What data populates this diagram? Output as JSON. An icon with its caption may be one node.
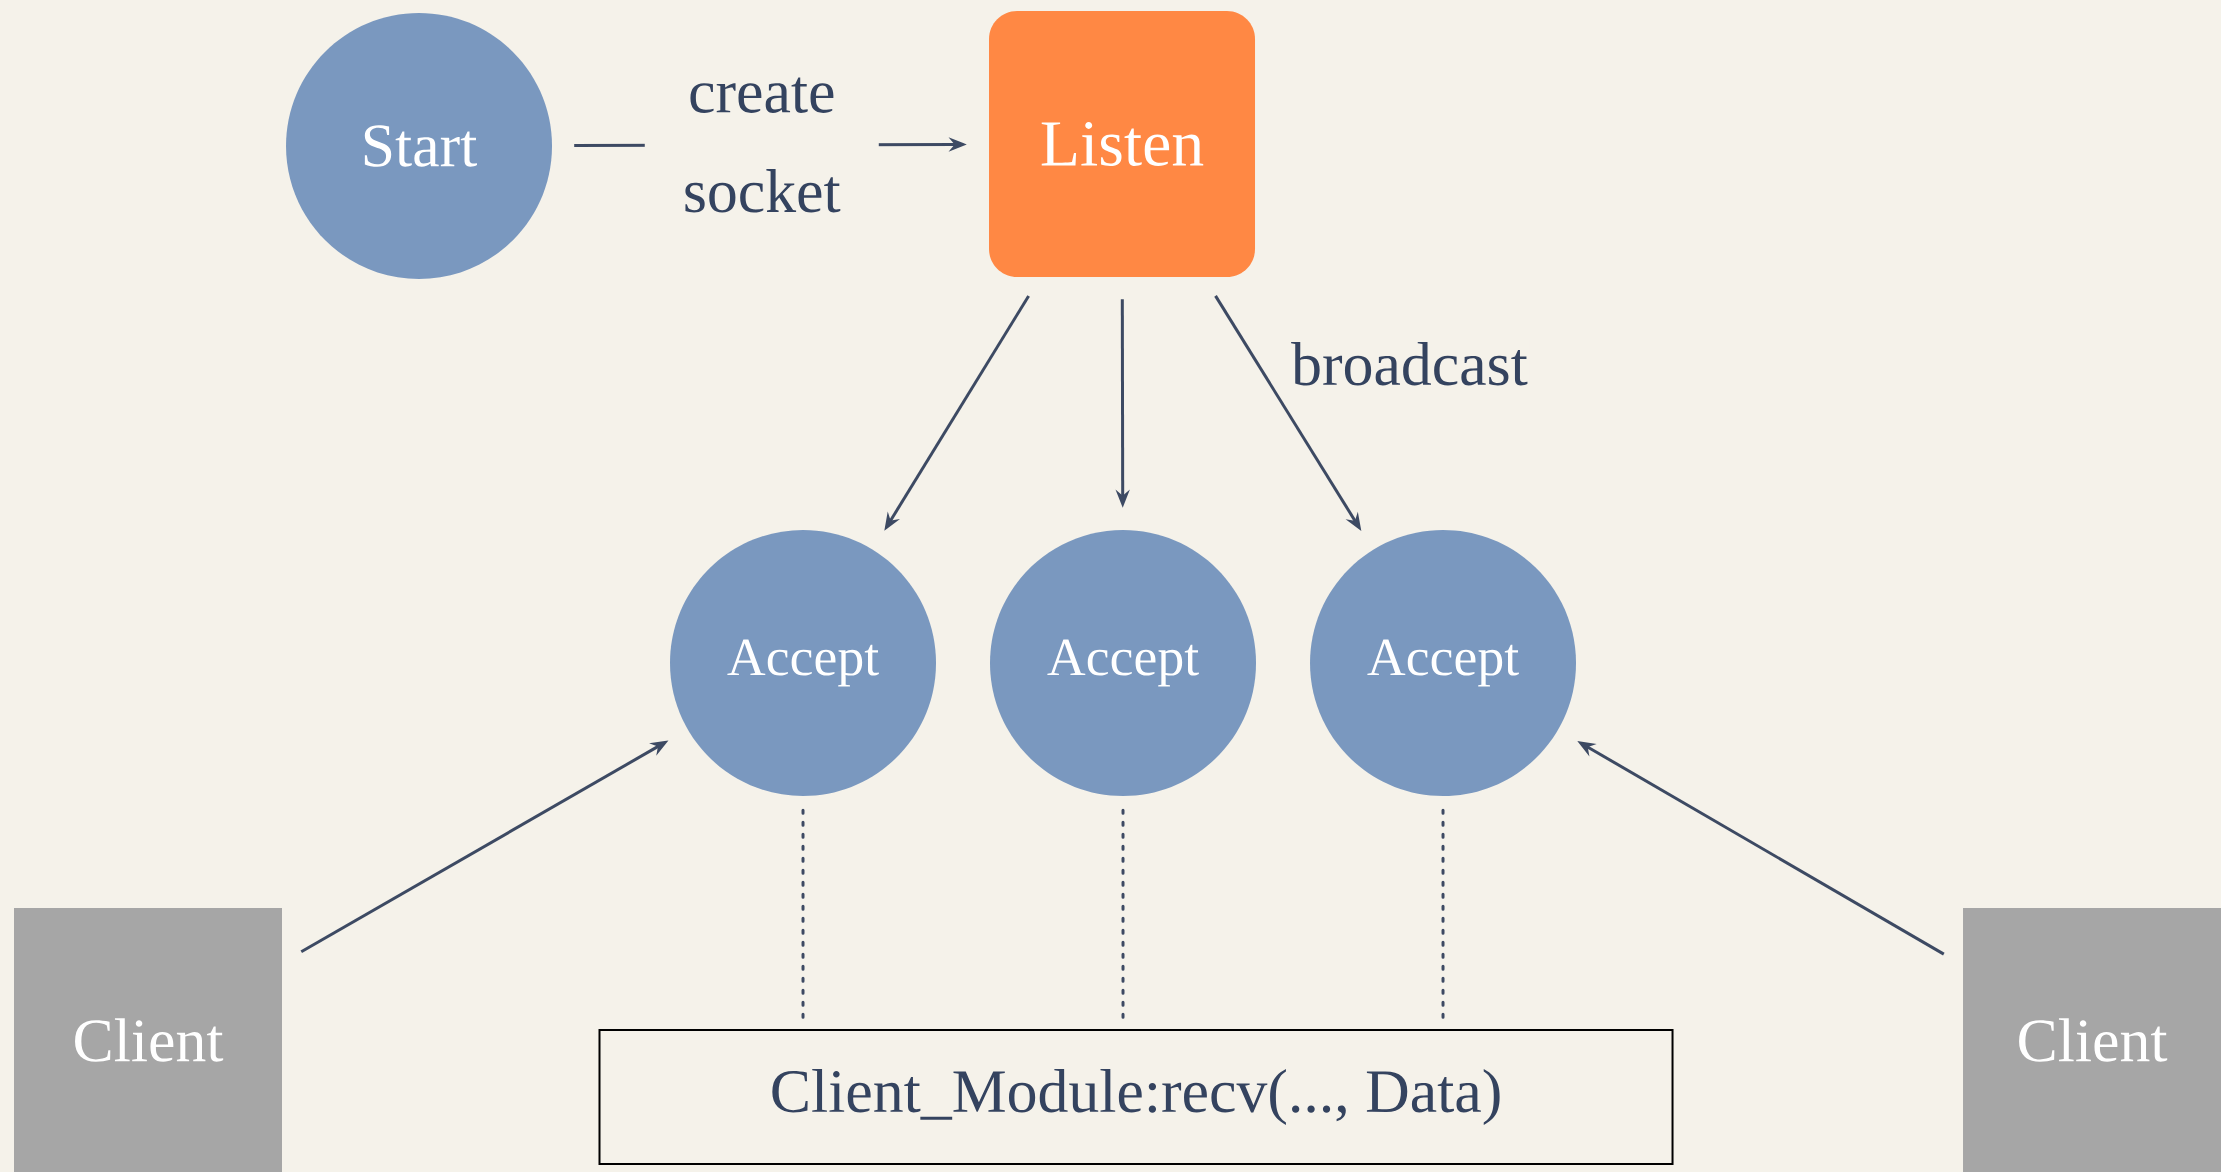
{
  "diagram": {
    "nodes": [
      {
        "text": [
          "Start"
        ]
      },
      {
        "text": [
          "Listen"
        ]
      },
      {
        "text": [
          "Accept"
        ]
      },
      {
        "text": [
          "Accept"
        ]
      },
      {
        "text": [
          "Accept"
        ]
      },
      {
        "text": [
          "Client"
        ]
      },
      {
        "text": [
          "Client_Module:recv(..., Data)"
        ]
      },
      {
        "text": [
          "Client"
        ]
      }
    ],
    "edges": [
      {
        "from": 0,
        "to": 1,
        "arrow": "to",
        "label": "create socket"
      },
      {
        "from": 1,
        "to": 2,
        "arrow": "to"
      },
      {
        "from": 1,
        "to": 3,
        "arrow": "to"
      },
      {
        "from": 1,
        "to": 4,
        "arrow": "to",
        "label": "broadcast"
      },
      {
        "from": 5,
        "to": 2,
        "arrow": "to"
      },
      {
        "from": 7,
        "to": 4,
        "arrow": "to"
      },
      {
        "from": 2,
        "to": 6,
        "arrow": "none",
        "style": "dashed"
      },
      {
        "from": 3,
        "to": 6,
        "arrow": "none",
        "style": "dashed"
      },
      {
        "from": 4,
        "to": 6,
        "arrow": "none",
        "style": "dashed"
      }
    ]
  }
}
